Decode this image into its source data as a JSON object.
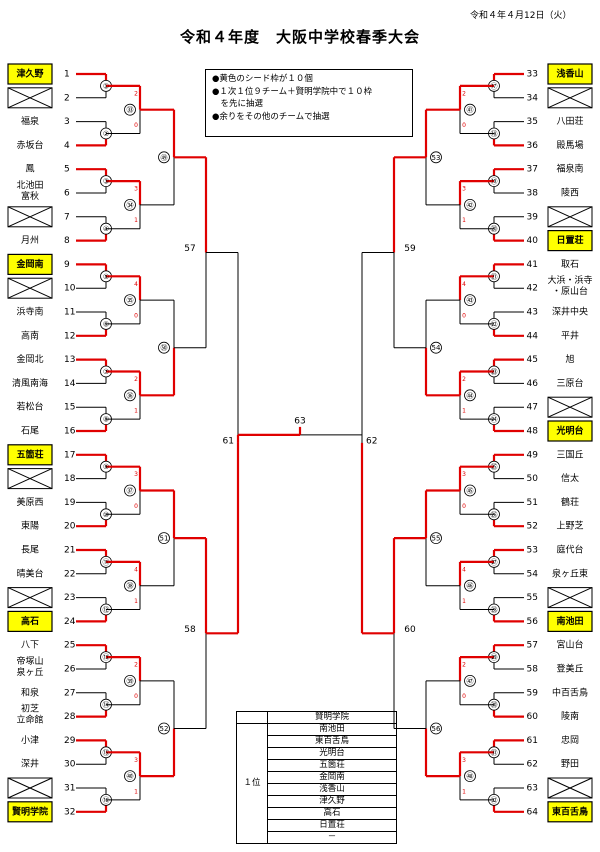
{
  "date": "令和４年４月12日（火）",
  "title": "令和４年度　大阪中学校春季大会",
  "notes": [
    "●黄色のシード枠が１０個",
    "●１次１位９チーム＋賢明学院中で１０枠",
    "　を先に抽選",
    "●余りをその他のチームで抽選"
  ],
  "seed_table": {
    "header": "賢明学院",
    "label": "１位",
    "teams": [
      "南池田",
      "東百舌鳥",
      "光明台",
      "五箇荘",
      "金岡南",
      "浅香山",
      "津久野",
      "高石",
      "日置荘",
      "－"
    ]
  },
  "left_slots": [
    {
      "n": "1",
      "name": "津久野",
      "seed": true
    },
    {
      "n": "2",
      "name": "",
      "bye": true
    },
    {
      "n": "3",
      "name": "福泉"
    },
    {
      "n": "4",
      "name": "赤坂台"
    },
    {
      "n": "5",
      "name": "鳳"
    },
    {
      "n": "6",
      "name": "北池田\n富秋"
    },
    {
      "n": "7",
      "name": "",
      "bye": true
    },
    {
      "n": "8",
      "name": "月州"
    },
    {
      "n": "9",
      "name": "金岡南",
      "seed": true
    },
    {
      "n": "10",
      "name": "",
      "bye": true
    },
    {
      "n": "11",
      "name": "浜寺南"
    },
    {
      "n": "12",
      "name": "高南"
    },
    {
      "n": "13",
      "name": "金岡北"
    },
    {
      "n": "14",
      "name": "清風南海"
    },
    {
      "n": "15",
      "name": "若松台"
    },
    {
      "n": "16",
      "name": "石尾"
    },
    {
      "n": "17",
      "name": "五箇荘",
      "seed": true
    },
    {
      "n": "18",
      "name": "",
      "bye": true
    },
    {
      "n": "19",
      "name": "美原西"
    },
    {
      "n": "20",
      "name": "東陽"
    },
    {
      "n": "21",
      "name": "長尾"
    },
    {
      "n": "22",
      "name": "晴美台"
    },
    {
      "n": "23",
      "name": "",
      "bye": true
    },
    {
      "n": "24",
      "name": "高石",
      "seed": true
    },
    {
      "n": "25",
      "name": "八下"
    },
    {
      "n": "26",
      "name": "帝塚山\n泉ヶ丘"
    },
    {
      "n": "27",
      "name": "和泉"
    },
    {
      "n": "28",
      "name": "初芝\n立命館"
    },
    {
      "n": "29",
      "name": "小津"
    },
    {
      "n": "30",
      "name": "深井"
    },
    {
      "n": "31",
      "name": "",
      "bye": true
    },
    {
      "n": "32",
      "name": "賢明学院",
      "seed": true
    }
  ],
  "right_slots": [
    {
      "n": "33",
      "name": "浅香山",
      "seed": true
    },
    {
      "n": "34",
      "name": "",
      "bye": true
    },
    {
      "n": "35",
      "name": "八田荘"
    },
    {
      "n": "36",
      "name": "殿馬場"
    },
    {
      "n": "37",
      "name": "福泉南"
    },
    {
      "n": "38",
      "name": "陵西"
    },
    {
      "n": "39",
      "name": "",
      "bye": true
    },
    {
      "n": "40",
      "name": "日置荘",
      "seed": true
    },
    {
      "n": "41",
      "name": "取石"
    },
    {
      "n": "42",
      "name": "大浜・浜寺\n・原山台"
    },
    {
      "n": "43",
      "name": "深井中央"
    },
    {
      "n": "44",
      "name": "平井"
    },
    {
      "n": "45",
      "name": "旭"
    },
    {
      "n": "46",
      "name": "三原台"
    },
    {
      "n": "47",
      "name": "",
      "bye": true
    },
    {
      "n": "48",
      "name": "光明台",
      "seed": true
    },
    {
      "n": "49",
      "name": "三国丘"
    },
    {
      "n": "50",
      "name": "信太"
    },
    {
      "n": "51",
      "name": "鶴荘"
    },
    {
      "n": "52",
      "name": "上野芝"
    },
    {
      "n": "53",
      "name": "庭代台"
    },
    {
      "n": "54",
      "name": "泉ヶ丘東"
    },
    {
      "n": "55",
      "name": "",
      "bye": true
    },
    {
      "n": "56",
      "name": "南池田",
      "seed": true
    },
    {
      "n": "57",
      "name": "宮山台"
    },
    {
      "n": "58",
      "name": "登美丘"
    },
    {
      "n": "59",
      "name": "中百舌鳥"
    },
    {
      "n": "60",
      "name": "陵南"
    },
    {
      "n": "61",
      "name": "忠岡"
    },
    {
      "n": "62",
      "name": "野田"
    },
    {
      "n": "63",
      "name": "",
      "bye": true
    },
    {
      "n": "64",
      "name": "東百舌鳥",
      "seed": true
    }
  ],
  "left_r1": [
    "①",
    "②",
    "③",
    "④",
    "⑤",
    "⑥",
    "⑦",
    "⑧",
    "⑨",
    "⑩",
    "⑪",
    "⑫",
    "⑬",
    "⑭",
    "⑮",
    "⑯"
  ],
  "right_r1": [
    "⑰",
    "⑱",
    "⑲",
    "⑳",
    "㉑",
    "㉒",
    "㉓",
    "㉔",
    "㉕",
    "㉖",
    "㉗",
    "㉘",
    "㉙",
    "㉚",
    "㉛",
    "㉜"
  ],
  "left_r2": [
    "㉝",
    "㉞",
    "㉟",
    "㊱",
    "㊲",
    "㊳",
    "㊴",
    "㊵"
  ],
  "right_r2": [
    "㊶",
    "㊷",
    "㊸",
    "㊹",
    "㊺",
    "㊻",
    "㊼",
    "㊽"
  ],
  "left_r3": [
    "㊾",
    "㊿",
    "51",
    "52"
  ],
  "right_r3": [
    "53",
    "54",
    "55",
    "56"
  ],
  "left_r4": [
    "57",
    "58"
  ],
  "right_r4": [
    "59",
    "60"
  ],
  "semis": [
    "61",
    "62"
  ],
  "final": "63",
  "colors": {
    "seed": "#ffff00",
    "win": "#e00000",
    "line": "#000000"
  }
}
